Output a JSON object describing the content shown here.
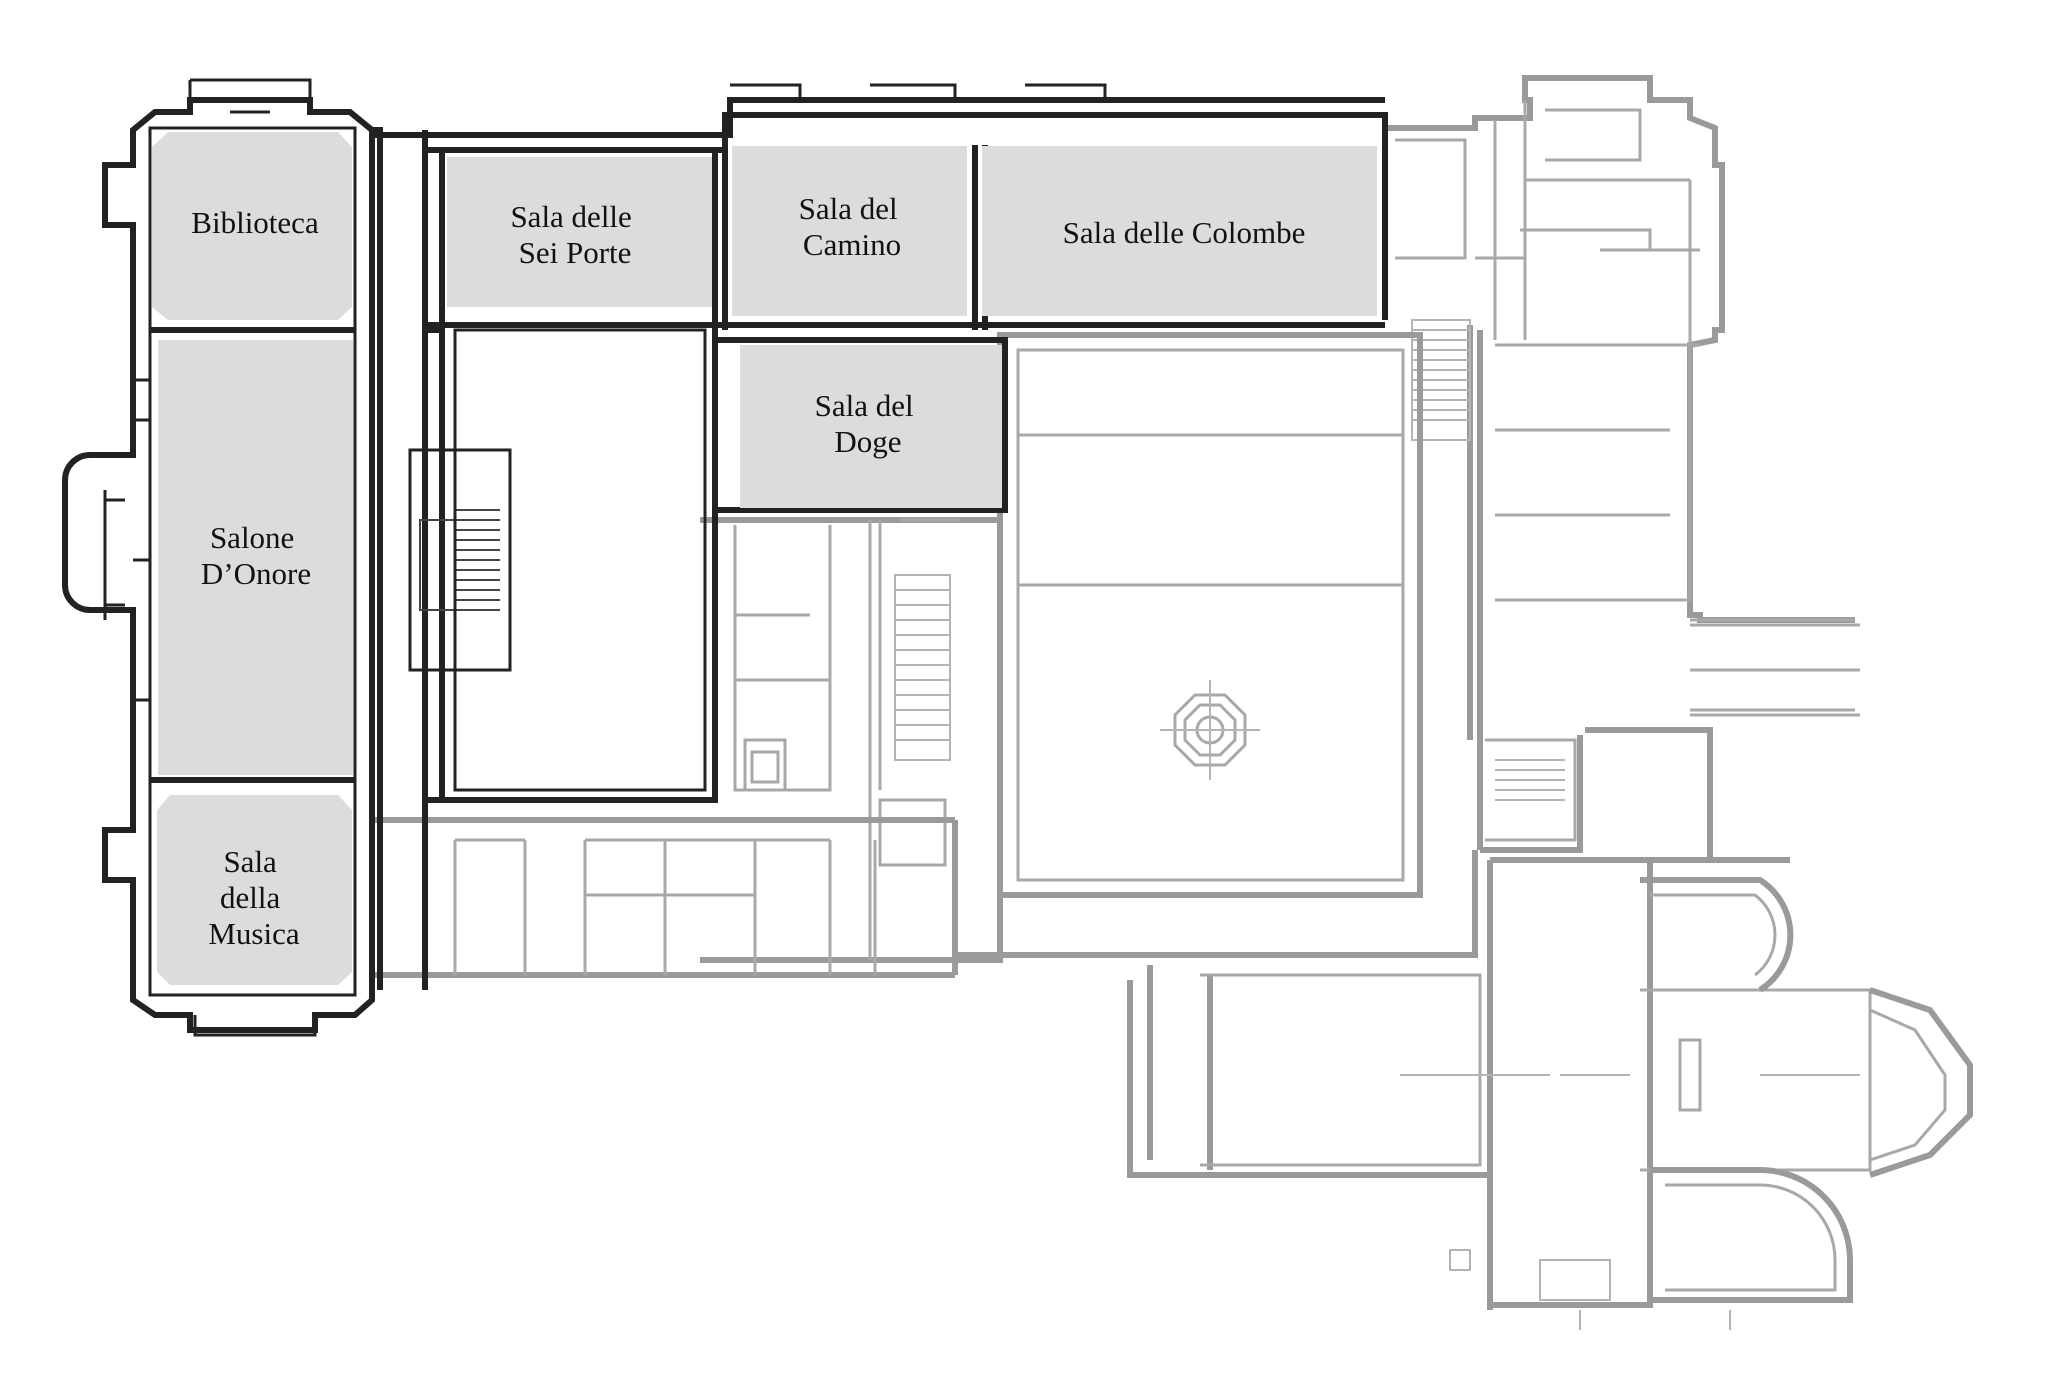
{
  "rooms": [
    {
      "id": "biblioteca",
      "lines": [
        "Biblioteca"
      ]
    },
    {
      "id": "sei-porte",
      "lines": [
        "Sala delle",
        "Sei Porte"
      ]
    },
    {
      "id": "camino",
      "lines": [
        "Sala del",
        "Camino"
      ]
    },
    {
      "id": "colombe",
      "lines": [
        "Sala delle Colombe"
      ]
    },
    {
      "id": "doge",
      "lines": [
        "Sala del",
        "Doge"
      ]
    },
    {
      "id": "onore",
      "lines": [
        "Salone",
        "D’Onore"
      ]
    },
    {
      "id": "musica",
      "lines": [
        "Sala",
        "della",
        "Musica"
      ]
    }
  ],
  "colors": {
    "room_fill": "#dcdcdc",
    "wall_dark": "#222222",
    "wall_light": "#9a9a9a",
    "label": "#111111"
  }
}
